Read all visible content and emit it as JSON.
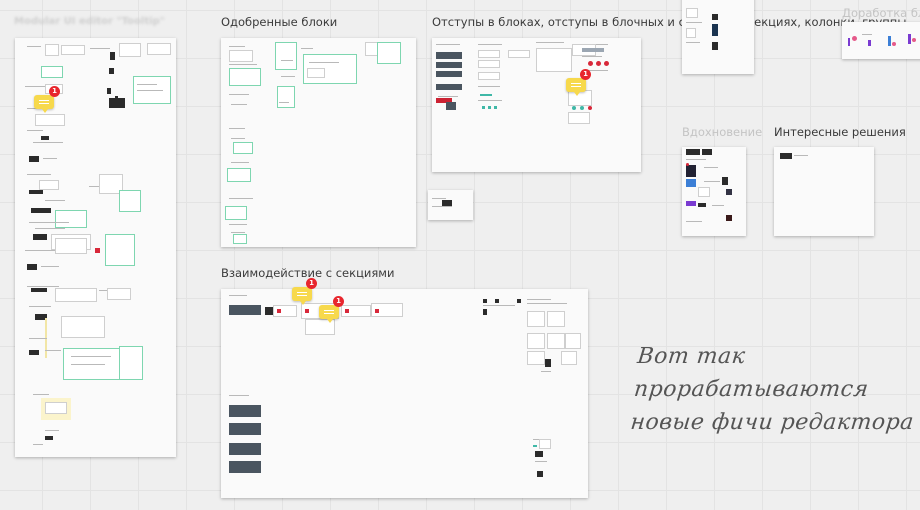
{
  "board": {
    "frames": [
      {
        "id": "f0",
        "title": "Modular UI editor \"Tooltip\""
      },
      {
        "id": "f1",
        "title": "Одобренные блоки"
      },
      {
        "id": "f2",
        "title": "Отступы в блоках, отступы в блочных и свободных секциях, колонки, группы"
      },
      {
        "id": "f3",
        "title": ""
      },
      {
        "id": "f4",
        "title": "Доработка блоков"
      },
      {
        "id": "f5",
        "title": "Вдохновение"
      },
      {
        "id": "f6",
        "title": "Интересные решения"
      },
      {
        "id": "f7",
        "title": "Взаимодействие с секциями"
      },
      {
        "id": "f8",
        "title": ""
      }
    ],
    "comments": [
      {
        "count": "1"
      },
      {
        "count": "1"
      },
      {
        "count": "1"
      },
      {
        "count": "1"
      }
    ],
    "handwritten_note": {
      "line1": "Вот так прорабатываются",
      "line2": "новые фичи редактора"
    }
  },
  "colors": {
    "canvas": "#efefef",
    "frame": "#fafafa",
    "sticky": "#f7d94c",
    "badge": "#e8262d"
  }
}
